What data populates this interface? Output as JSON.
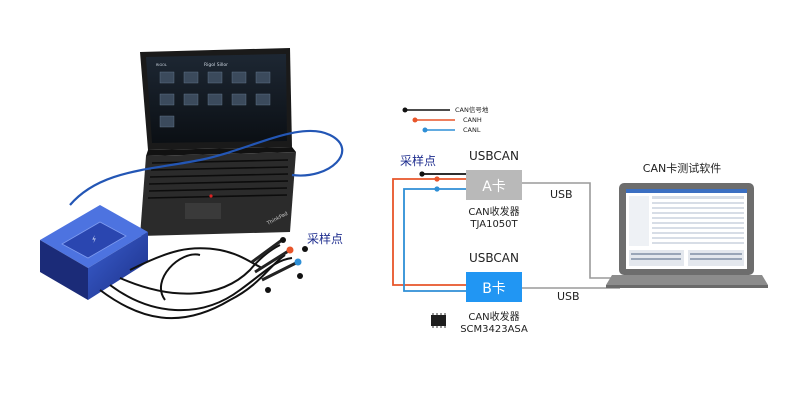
{
  "left_photo": {
    "sampling_point_label": "采样点",
    "screen_title": "Rigol Sillor",
    "screen_tag": "RIGOL"
  },
  "legend": {
    "items": [
      {
        "label": "CAN信号地",
        "color": "#111111"
      },
      {
        "label": "CANH",
        "color": "#e8552a"
      },
      {
        "label": "CANL",
        "color": "#2e8fd6"
      }
    ]
  },
  "diagram": {
    "sampling_point_label": "采样点",
    "card_a": {
      "title": "USBCAN",
      "label": "A卡",
      "transceiver": "CAN收发器",
      "chip": "TJA1050T",
      "color": "#b9b9b9"
    },
    "card_b": {
      "title": "USBCAN",
      "label": "B卡",
      "transceiver": "CAN收发器",
      "chip": "SCM3423ASA",
      "color": "#2196f3"
    },
    "usb_label_a": "USB",
    "usb_label_b": "USB",
    "software_label": "CAN卡测试软件"
  }
}
